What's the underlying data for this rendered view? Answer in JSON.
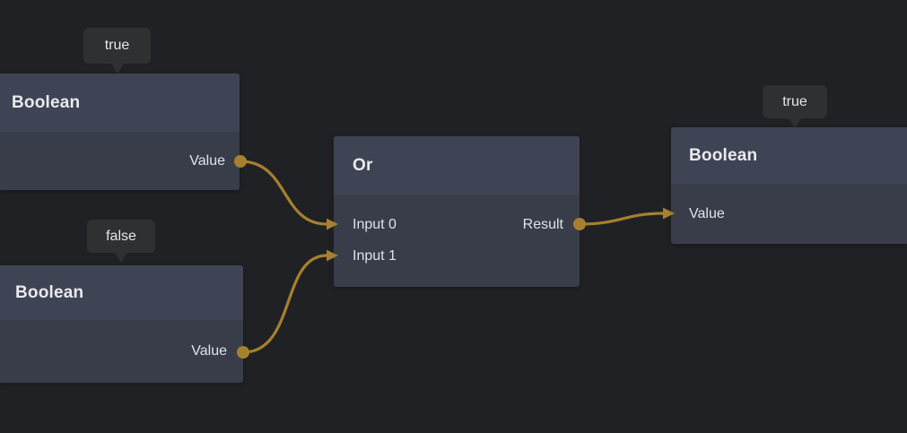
{
  "editor": {
    "background_color": "#202124",
    "node_header_color": "#3f4454",
    "node_body_color": "#393d4a",
    "tooltip_color": "#2f3032",
    "wire_color": "#a5802e",
    "text_color": "#e8eaed"
  },
  "nodes": [
    {
      "id": "boolean-1",
      "title": "Boolean",
      "value_tooltip": "true",
      "ports": {
        "inputs": [],
        "outputs": [
          {
            "label": "Value"
          }
        ]
      }
    },
    {
      "id": "boolean-2",
      "title": "Boolean",
      "value_tooltip": "false",
      "ports": {
        "inputs": [],
        "outputs": [
          {
            "label": "Value"
          }
        ]
      }
    },
    {
      "id": "or-gate",
      "title": "Or",
      "ports": {
        "inputs": [
          {
            "label": "Input 0"
          },
          {
            "label": "Input 1"
          }
        ],
        "outputs": [
          {
            "label": "Result"
          }
        ]
      }
    },
    {
      "id": "boolean-result",
      "title": "Boolean",
      "value_tooltip": "true",
      "ports": {
        "inputs": [
          {
            "label": "Value"
          }
        ],
        "outputs": []
      }
    }
  ],
  "connections": [
    {
      "from": "boolean-1.Value",
      "to": "or-gate.Input 0"
    },
    {
      "from": "boolean-2.Value",
      "to": "or-gate.Input 1"
    },
    {
      "from": "or-gate.Result",
      "to": "boolean-result.Value"
    }
  ]
}
